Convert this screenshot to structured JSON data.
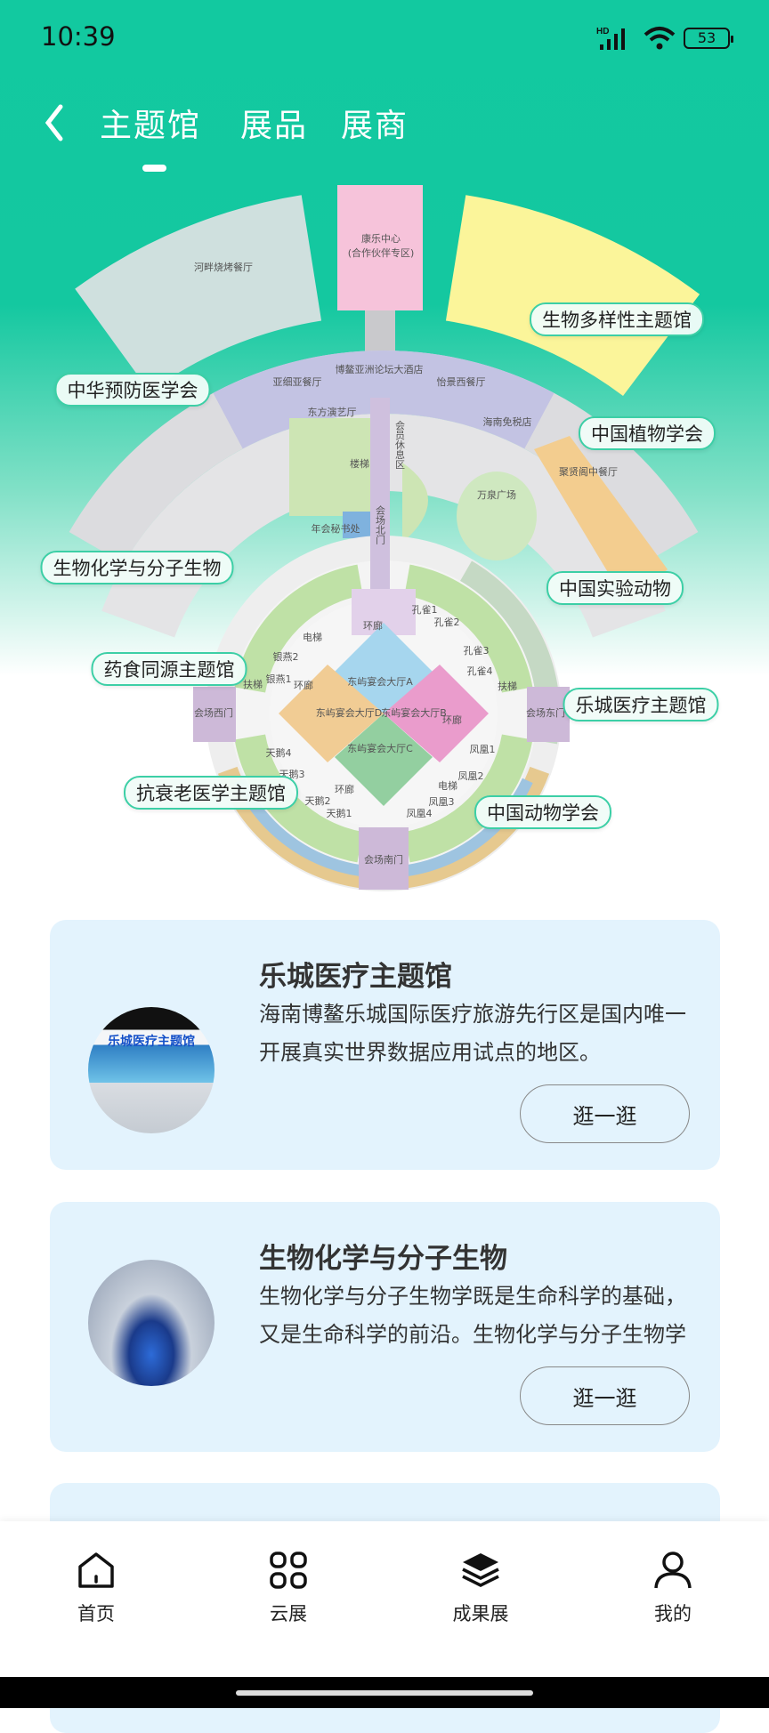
{
  "status_bar": {
    "time": "10:39",
    "network": "HD",
    "battery": "53",
    "icons": [
      "signal-icon",
      "wifi-icon",
      "battery-icon"
    ]
  },
  "nav": {
    "back_icon": "chevron-left-icon",
    "tabs": [
      {
        "label": "主题馆",
        "active": true
      },
      {
        "label": "展品"
      },
      {
        "label": "展商"
      }
    ]
  },
  "map": {
    "halls": [
      {
        "label": "生物多样性主题馆"
      },
      {
        "label": "中华预防医学会"
      },
      {
        "label": "中国植物学会"
      },
      {
        "label": "生物化学与分子生物"
      },
      {
        "label": "中国实验动物"
      },
      {
        "label": "药食同源主题馆"
      },
      {
        "label": "乐城医疗主题馆"
      },
      {
        "label": "抗衰老医学主题馆"
      },
      {
        "label": "中国动物学会"
      }
    ],
    "areas": [
      "河畔烧烤餐厅",
      "康乐中心",
      "(合作伙伴专区)",
      "博鳌亚洲论坛大酒店",
      "亚细亚餐厅",
      "怡景西餐厅",
      "东方演艺厅",
      "会员休息区",
      "楼梯",
      "年会秘书处",
      "海南免税店",
      "聚贤阁中餐厅",
      "万泉广场",
      "会场北门",
      "会场西门",
      "会场东门",
      "会场南门",
      "东屿宴会大厅A",
      "东屿宴会大厅B",
      "东屿宴会大厅C",
      "东屿宴会大厅D",
      "孔雀1",
      "孔雀2",
      "孔雀3",
      "孔雀4",
      "银燕2",
      "银燕1",
      "电梯",
      "电梯",
      "扶梯",
      "扶梯",
      "天鹅4",
      "天鹅3",
      "天鹅2",
      "天鹅1",
      "凤凰1",
      "凤凰2",
      "凤凰3",
      "凤凰4",
      "环廊",
      "环廊",
      "环廊",
      "环廊"
    ]
  },
  "cards": [
    {
      "title": "乐城医疗主题馆",
      "desc": "海南博鳌乐城国际医疗旅游先行区是国内唯一开展真实世界数据应用试点的地区。",
      "button": "逛一逛",
      "thumb_caption": "乐城医疗主题馆"
    },
    {
      "title": "生物化学与分子生物",
      "desc": "生物化学与分子生物学既是生命科学的基础，又是生命科学的前沿。生物化学与分子生物学",
      "button": "逛一逛"
    }
  ],
  "tabbar": [
    {
      "label": "首页",
      "icon": "home-icon"
    },
    {
      "label": "云展",
      "icon": "grid-icon"
    },
    {
      "label": "成果展",
      "icon": "layers-icon"
    },
    {
      "label": "我的",
      "icon": "user-icon"
    }
  ],
  "colors": {
    "accent": "#12c9a0",
    "card_bg": "#e3f3fd",
    "bubble_border": "#3ccfa6"
  }
}
